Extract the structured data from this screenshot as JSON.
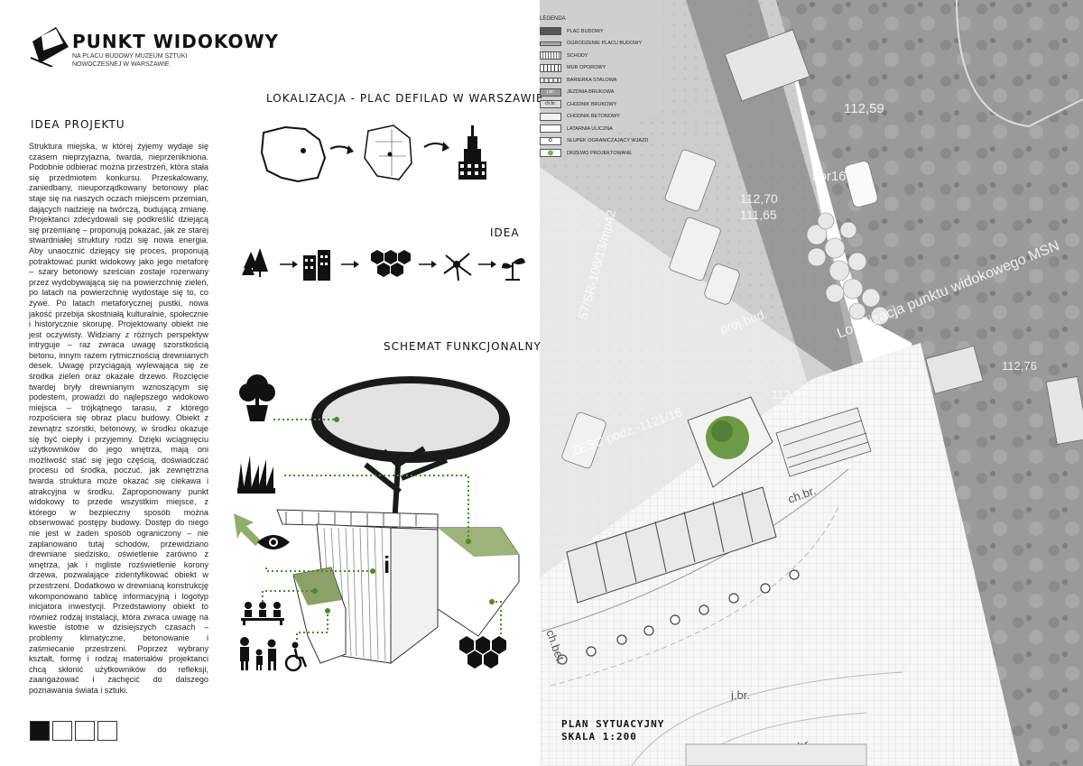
{
  "header": {
    "title": "PUNKT WIDOKOWY",
    "subtitle": "NA PLACU BUDOWY MUZEUM SZTUKI NOWOCZESNEJ W WARSZAWIE"
  },
  "idea": {
    "heading": "IDEA PROJEKTU",
    "body": "Struktura miejska, w której żyjemy wydaje się czasem nieprzyjazna, twarda, nieprzenikniona. Podobnie odbierać można przestrzeń, która stała się przedmiotem konkursu. Przeskalowany, zaniedbany, nieuporządkowany betonowy plac staje się na naszych oczach miejscem przemian, dających nadzieję na twórczą, budującą zmianę. Projektanci zdecydowali się podkreślić dziejącą się przemianę – proponują pokazać, jak ze starej stwardniałej struktury rodzi się nowa energia. Aby unaocznić dziejący się proces, proponują potraktować punkt widokowy jako jego metaforę – szary betonowy sześcian zostaje rozerwany przez wydobywającą się na powierzchnię zieleń, po latach na powierzchnię wydostaje się to, co żywe. Po latach metaforycznej pustki, nowa jakość przebija skostniałą kulturalnie, społecznie i historycznie skorupę. Projektowany obiekt nie jest oczywisty. Widziany z różnych perspektyw intryguje – raz zwraca uwagę szorstkością betonu, innym razem rytmicznością drewnianych desek. Uwagę przyciągają wylewająca się ze środka zieleń oraz okazałe drzewo. Rozcięcie twardej bryły drewnianym wznoszącym się podestem, prowadzi do najlepszego widokowo miejsca – trójkątnego tarasu, z którego rozpościera się obraz placu budowy. Obiekt z zewnątrz szorstki, betonowy, w środku okazuje się być ciepły i przyjemny. Dzięki wciągnięciu użytkowników do jego wnętrza, mają oni możliwość stać się jego częścią, doświadczać procesu od środka, poczuć, jak zewnętrzna twarda struktura może okazać się ciekawa i atrakcyjna w środku. Zaproponowany punkt widokowy to przede wszystkim miejsce, z którego w bezpieczny sposób można obserwować postępy budowy. Dostęp do niego nie jest w żaden sposób ograniczony – nie zaplanowano tutaj schodów, przewidziano drewniane siedzisko, oświetlenie zarówno z wnętrza, jak i mgliste rozświetlenie korony drzewa, pozwalające zidentyfikować obiekt w przestrzeni. Dodatkowo w drewnianą konstrukcję wkomponowano tablicę informacyjną i logotyp inicjatora inwestycji. Przedstawiony obiekt to również rodzaj instalacji, która zwraca uwagę na kwestie istotne w dzisiejszych czasach – problemy klimatyczne, betonowanie i zaśmiecanie przestrzeni. Poprzez wybrany kształt, formę i rodzaj materiałów projektanci chcą skłonić użytkowników do refleksji, zaangażować i zachęcić do dalszego poznawania świata i sztuki."
  },
  "sections": {
    "location": "LOKALIZACJA - PLAC DEFILAD W WARSZAWIE",
    "idea": "IDEA",
    "scheme": "SCHEMAT FUNKCJONALNY"
  },
  "legend": {
    "title": "LEGENDA",
    "items": [
      "PLAC BUDOWY",
      "OGRODZENIE PLACU BUDOWY",
      "SCHODY",
      "MUR OPOROWY",
      "BARIERKA STALOWA",
      "JEZDNIA BRUKOWA",
      "CHODNIK BRUKOWY",
      "CHODNIK BETONOWY",
      "LATARNIA ULICZNA",
      "SŁUPEK OGRANICZAJĄCY WJAZD",
      "DRZEWO PROJEKTOWANE"
    ]
  },
  "plan": {
    "title": "PLAN SYTUACYJNY",
    "scale": "SKALA 1:200"
  },
  "colors": {
    "accent_green": "#4b8a2a",
    "planting_green": "#8ba167",
    "ink": "#111111"
  }
}
